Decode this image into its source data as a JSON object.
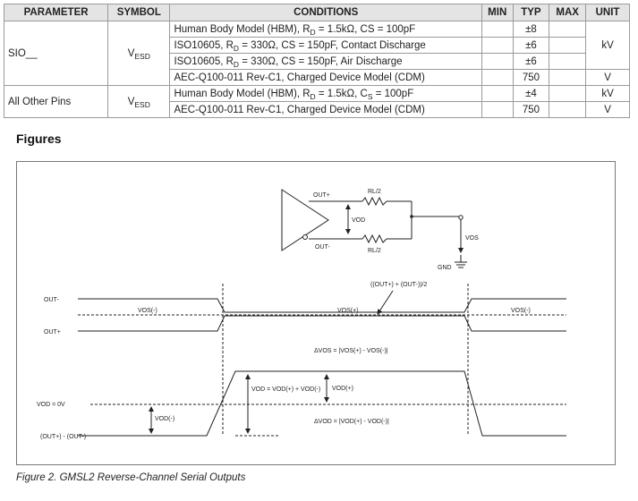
{
  "table": {
    "headers": {
      "parameter": "PARAMETER",
      "symbol": "SYMBOL",
      "conditions": "CONDITIONS",
      "min": "MIN",
      "typ": "TYP",
      "max": "MAX",
      "unit": "UNIT"
    },
    "groups": [
      {
        "parameter": "SIO__",
        "symbol_main": "V",
        "symbol_sub": "ESD",
        "rows": [
          {
            "pre": "Human Body Model (HBM), R",
            "sub": "D",
            "post": " = 1.5kΩ, CS = 100pF",
            "typ": "±8"
          },
          {
            "pre": "ISO10605, R",
            "sub": "D",
            "post": " = 330Ω, CS = 150pF, Contact Discharge",
            "typ": "±6"
          },
          {
            "pre": "ISO10605, R",
            "sub": "D",
            "post": " = 330Ω, CS = 150pF, Air Discharge",
            "typ": "±6"
          },
          {
            "pre": "AEC-Q100-011 Rev-C1, Charged Device Model (CDM)",
            "sub": "",
            "post": "",
            "typ": "750",
            "unit": "V"
          }
        ],
        "unit_merged": "kV"
      },
      {
        "parameter": "All Other Pins",
        "symbol_main": "V",
        "symbol_sub": "ESD",
        "rows": [
          {
            "pre": "Human Body Model (HBM), R",
            "sub": "D",
            "post": " = 1.5kΩ, C",
            "sub2": "S",
            "post2": " = 100pF",
            "typ": "±4",
            "unit": "kV"
          },
          {
            "pre": "AEC-Q100-011 Rev-C1, Charged Device Model (CDM)",
            "sub": "",
            "post": "",
            "typ": "750",
            "unit": "V"
          }
        ]
      }
    ]
  },
  "section_heading": "Figures",
  "figure": {
    "caption": "Figure 2. GMSL2 Reverse-Channel Serial Outputs",
    "labels": {
      "out_plus_top": "OUT+",
      "out_minus_bottom": "OUT-",
      "rl2_top": "RL/2",
      "rl2_bottom": "RL/2",
      "vod_circuit": "VOD",
      "vos_circuit": "VOS",
      "gnd": "GND",
      "avg_formula": "((OUT+) + (OUT-))/2",
      "wave_out_minus": "OUT-",
      "wave_out_plus": "OUT+",
      "vos_minus_1": "VOS(-)",
      "vos_plus": "VOS(+)",
      "vos_minus_2": "VOS(-)",
      "delta_vos": "ΔVOS = |VOS(+) - VOS(-)|",
      "vod_zero": "VOD = 0V",
      "vod_sum": "VOD = VOD(+) + VOD(-)",
      "vod_plus": "VOD(+)",
      "vod_minus": "VOD(-)",
      "delta_vod": "ΔVOD = |VOD(+) - VOD(-)|",
      "diff_label": "(OUT+) - (OUT-)"
    }
  }
}
